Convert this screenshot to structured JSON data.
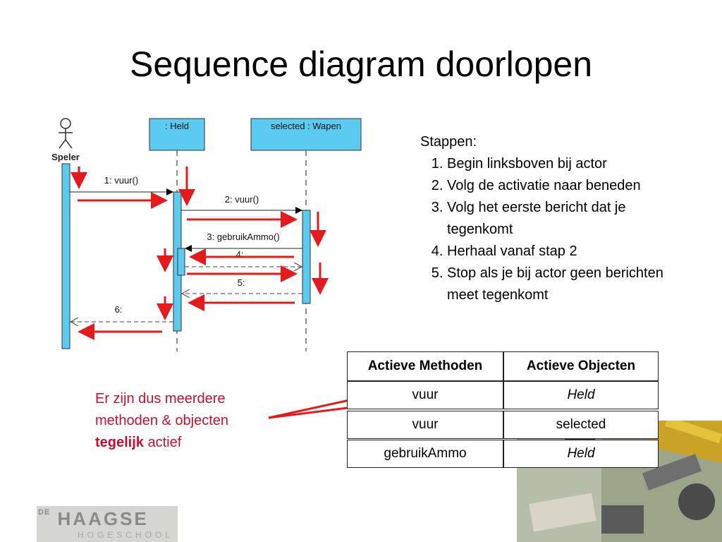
{
  "title": "Sequence diagram doorlopen",
  "diagram": {
    "actor": "Speler",
    "lifelines": [
      ": Held",
      "selected : Wapen"
    ],
    "messages": [
      "1: vuur()",
      "2: vuur()",
      "3: gebruikAmmo()",
      "4:",
      "5:",
      "6:"
    ]
  },
  "steps": {
    "heading": "Stappen:",
    "items": [
      "Begin linksboven bij actor",
      "Volg de activatie naar beneden",
      "Volg het eerste bericht dat je tegenkomt",
      "Herhaal vanaf stap 2",
      "Stop als je bij actor geen berichten meet tegenkomt"
    ]
  },
  "note": {
    "line1": "Er zijn dus meerdere",
    "line2": "methoden & objecten",
    "bold": "tegelijk",
    "rest": " actief"
  },
  "table": {
    "headers": [
      "Actieve Methoden",
      "Actieve Objecten"
    ],
    "rows": [
      [
        "vuur",
        "Held"
      ],
      [
        "vuur",
        "selected"
      ],
      [
        "gebruikAmmo",
        "Held"
      ]
    ]
  },
  "logo": {
    "small": "DE",
    "main": "HAAGSE",
    "sub": "HOGESCHOOL"
  },
  "colors": {
    "accent_red": "#e41a1c",
    "lifeline_blue": "#5bcbf0",
    "note_red": "#c8102e"
  }
}
